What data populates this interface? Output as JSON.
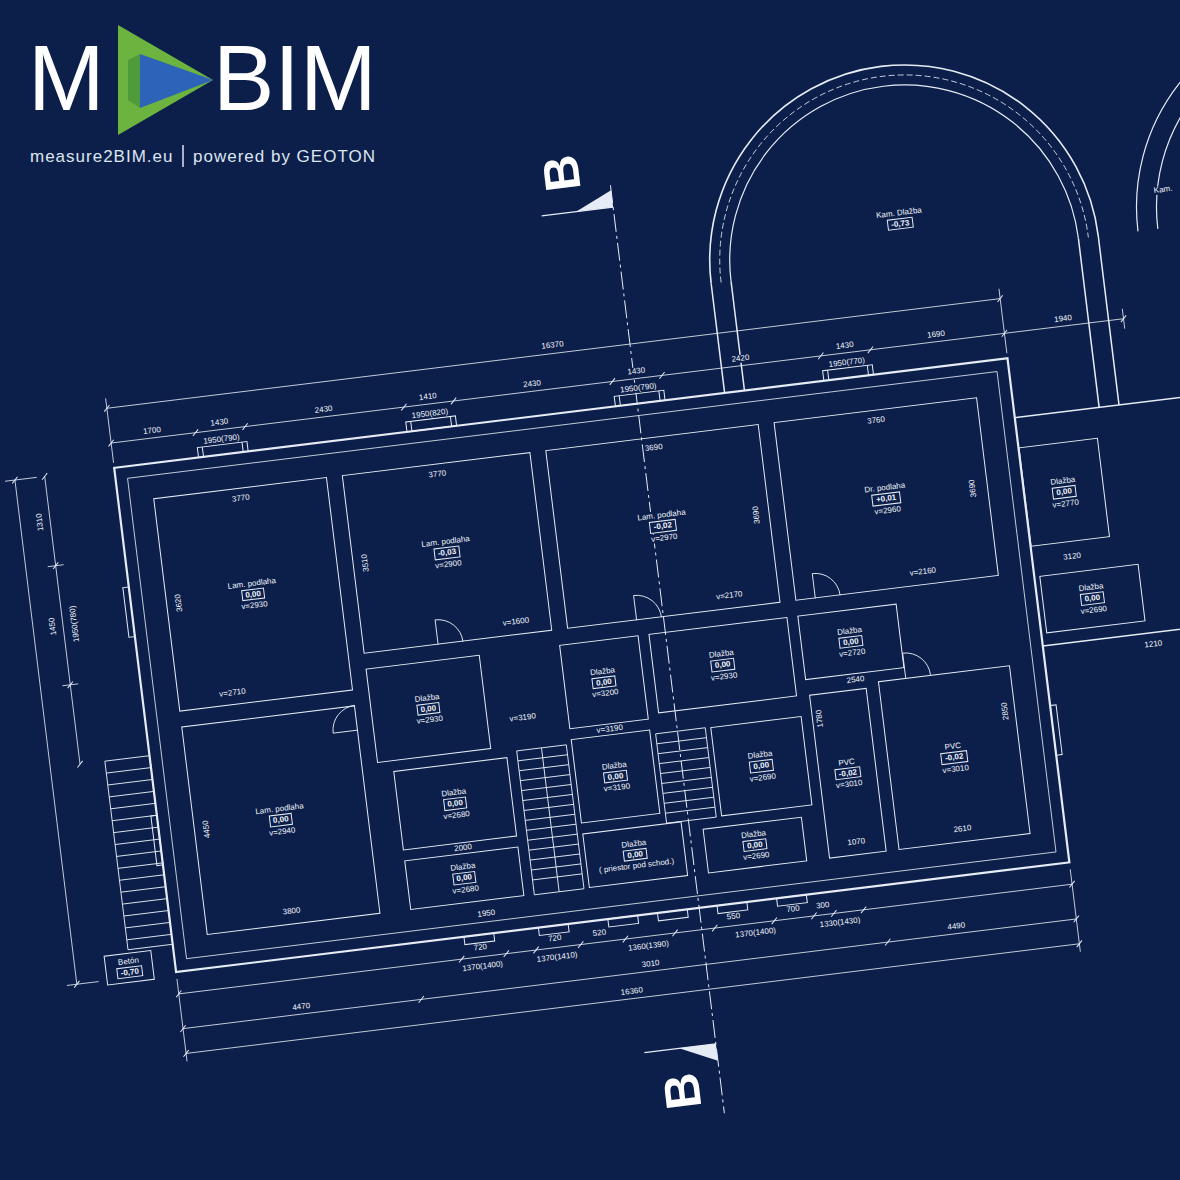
{
  "diagram": {
    "nodes": [
      {
        "text": [
          "Kam. Dlažba",
          "-0,73"
        ]
      },
      {
        "text": [
          "Lam. podlaha",
          "0,00",
          "v=2930"
        ]
      },
      {
        "text": [
          "Lam. podlaha",
          "-0,03",
          "v=2900"
        ]
      },
      {
        "text": [
          "Lam. podlaha",
          "-0,02",
          "v=2970"
        ]
      },
      {
        "text": [
          "Dr. podlaha",
          "+0,01",
          "v=2960"
        ]
      },
      {
        "text": [
          "Dlažba",
          "0,00",
          "v=2770"
        ]
      },
      {
        "text": [
          "Dlažba",
          "0,00",
          "v=2690"
        ]
      },
      {
        "text": [
          "Dlažba",
          "0,00",
          "v=2720"
        ]
      },
      {
        "text": [
          "Dlažba",
          "0,00",
          "v=2930"
        ]
      },
      {
        "text": [
          "Dlažba",
          "0,00",
          "v=3200"
        ]
      },
      {
        "text": [
          "Dlažba",
          "0,00",
          "v=2930"
        ]
      },
      {
        "text": [
          "Lam. podlaha",
          "0,00",
          "v=2940"
        ]
      },
      {
        "text": [
          "Dlažba",
          "0,00",
          "v=2680"
        ]
      },
      {
        "text": [
          "Dlažba",
          "0,00",
          "v=2680"
        ]
      },
      {
        "text": [
          "Dlažba",
          "0,00",
          "v=3190"
        ]
      },
      {
        "text": [
          "Dlažba",
          "0,00",
          "( priestor pod schod.)"
        ]
      },
      {
        "text": [
          "Dlažba",
          "0,00",
          "v=2690"
        ]
      },
      {
        "text": [
          "Dlažba",
          "0,00",
          "v=2690"
        ]
      },
      {
        "text": [
          "PVC",
          "-0,02",
          "v=3010"
        ]
      },
      {
        "text": [
          "PVC",
          "-0,02",
          "v=3010"
        ]
      },
      {
        "text": [
          "Betón",
          "-0,70"
        ]
      }
    ],
    "labels": [
      "M",
      "BIM",
      "measure2BIM.eu",
      "powered by GEOTON",
      "B",
      "B",
      "16370",
      "1700",
      "1430",
      "1950(790)",
      "2430",
      "1410",
      "1950(820)",
      "2430",
      "1430",
      "1950(790)",
      "2420",
      "1430",
      "1950(770)",
      "1690",
      "1940",
      "3770",
      "3770",
      "3690",
      "3760",
      "v=1600",
      "v=2170",
      "v=2160",
      "v=2710",
      "v=3190",
      "v=3190",
      "2000",
      "1950",
      "3800",
      "4450",
      "3620",
      "3510",
      "3690",
      "3690",
      "1780",
      "1070",
      "2610",
      "2850",
      "2540",
      "720",
      "1370(1400)",
      "720",
      "1370(1410)",
      "520",
      "1360(1390)",
      "550",
      "1370(1400)",
      "700",
      "300",
      "1330(1430)",
      "4470",
      "3010",
      "4490",
      "16360",
      "1310",
      "1450",
      "1950(780)",
      "3120",
      "1210",
      "Kam."
    ]
  }
}
